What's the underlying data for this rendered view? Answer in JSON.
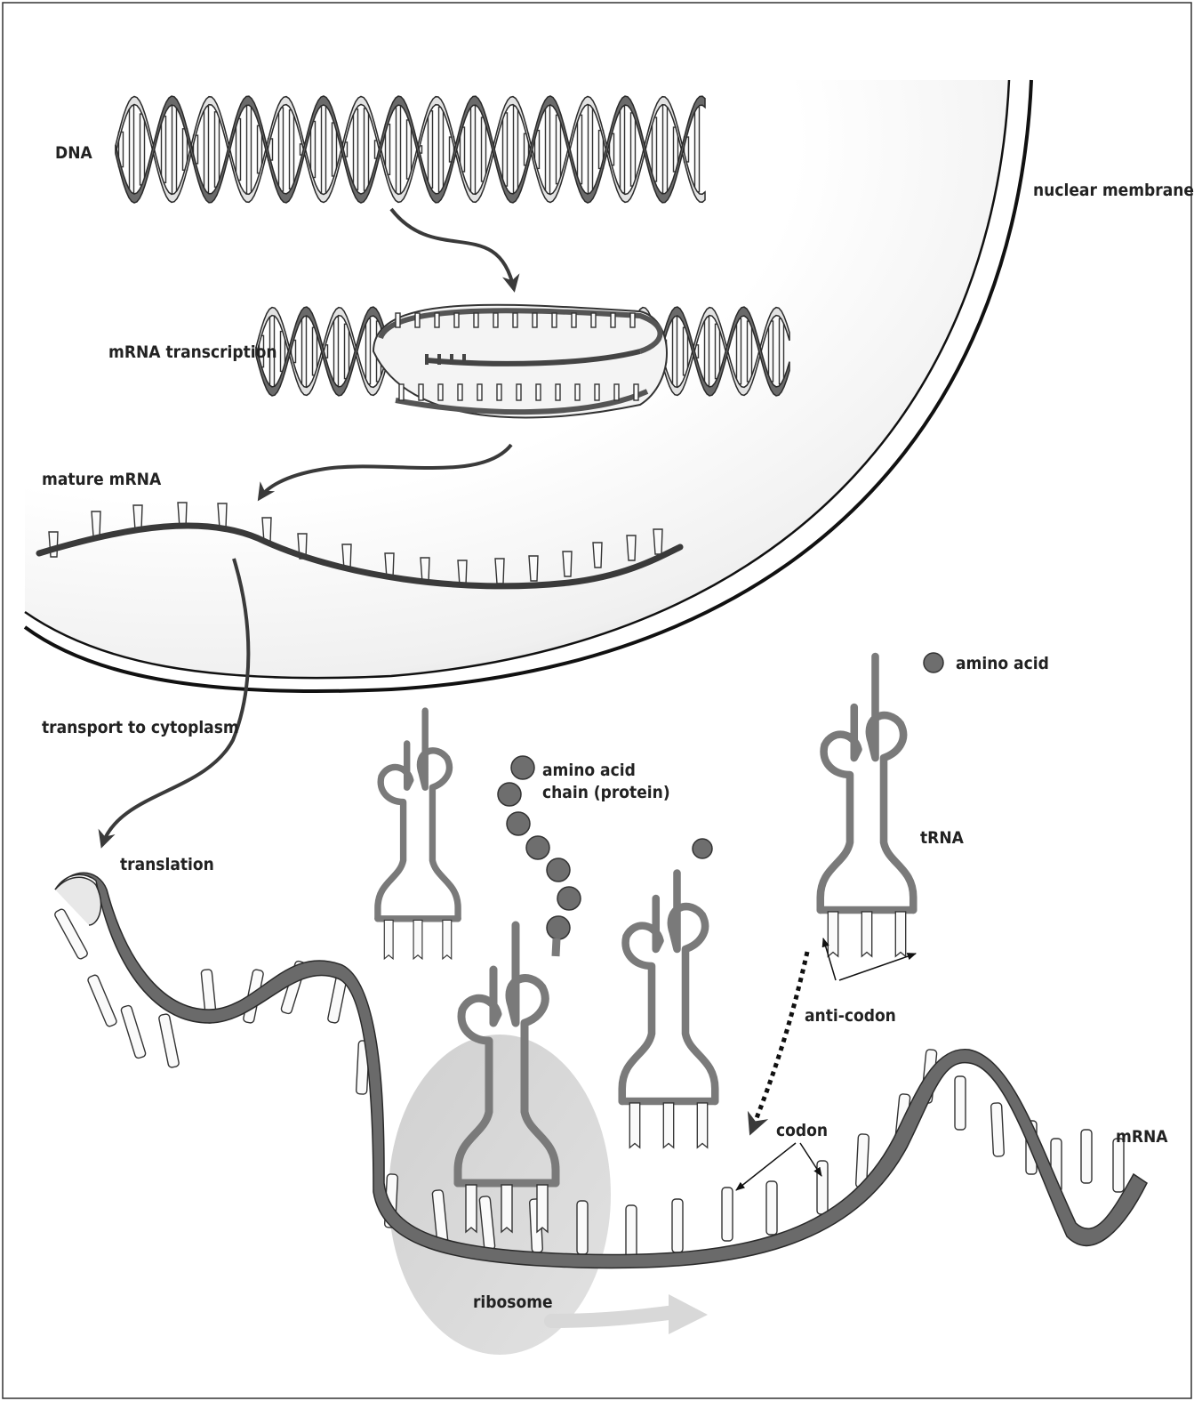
{
  "labels": {
    "dna": "DNA",
    "nuclear_membrane": "nuclear membrane",
    "mrna_transcription": "mRNA transcription",
    "mature_mrna": "mature mRNA",
    "amino_acid": "amino acid",
    "transport": "transport to cytoplasm",
    "chain_line1": "amino acid",
    "chain_line2": "chain (protein)",
    "trna": "tRNA",
    "translation": "translation",
    "anticodon": "anti-codon",
    "codon": "codon",
    "mrna": "mRNA",
    "ribosome": "ribosome"
  },
  "colors": {
    "strand_dark": "#6a6a6a",
    "strand_light": "#e2e2e2",
    "trna_stroke": "#7a7a7a",
    "ribosome_fill": "#d6d6d6",
    "nucleus_fill": "#efefef"
  }
}
